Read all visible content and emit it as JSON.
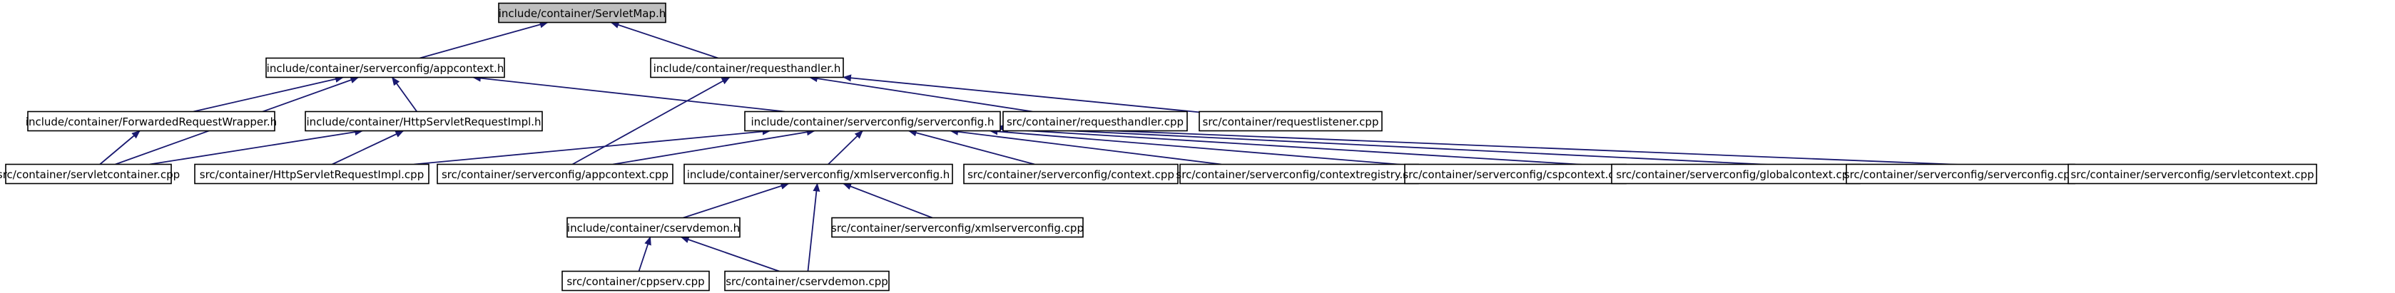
{
  "graph": {
    "edge_color": "#191970",
    "root_fill": "#bfbfbf",
    "nodes": [
      {
        "id": "n0",
        "label": "include/container/ServletMap.h",
        "root": true
      },
      {
        "id": "n1",
        "label": "include/container/serverconfig/appcontext.h"
      },
      {
        "id": "n2",
        "label": "include/container/requesthandler.h"
      },
      {
        "id": "n3",
        "label": "include/container/ForwardedRequestWrapper.h"
      },
      {
        "id": "n4",
        "label": "include/container/HttpServletRequestImpl.h"
      },
      {
        "id": "n5",
        "label": "include/container/serverconfig/serverconfig.h"
      },
      {
        "id": "n6",
        "label": "src/container/requesthandler.cpp"
      },
      {
        "id": "n7",
        "label": "src/container/requestlistener.cpp"
      },
      {
        "id": "n8",
        "label": "src/container/servletcontainer.cpp"
      },
      {
        "id": "n9",
        "label": "src/container/HttpServletRequestImpl.cpp"
      },
      {
        "id": "n10",
        "label": "src/container/serverconfig/appcontext.cpp"
      },
      {
        "id": "n11",
        "label": "include/container/serverconfig/xmlserverconfig.h"
      },
      {
        "id": "n12",
        "label": "src/container/serverconfig/context.cpp"
      },
      {
        "id": "n13",
        "label": "src/container/serverconfig/contextregistry.cpp"
      },
      {
        "id": "n14",
        "label": "src/container/serverconfig/cspcontext.cpp"
      },
      {
        "id": "n15",
        "label": "src/container/serverconfig/globalcontext.cpp"
      },
      {
        "id": "n16",
        "label": "src/container/serverconfig/serverconfig.cpp"
      },
      {
        "id": "n17",
        "label": "src/container/serverconfig/servletcontext.cpp"
      },
      {
        "id": "n18",
        "label": "include/container/cservdemon.h"
      },
      {
        "id": "n19",
        "label": "src/container/serverconfig/xmlserverconfig.cpp"
      },
      {
        "id": "n20",
        "label": "src/container/cppserv.cpp"
      },
      {
        "id": "n21",
        "label": "src/container/cservdemon.cpp"
      }
    ],
    "edges": [
      {
        "from": "n0",
        "to": "n1"
      },
      {
        "from": "n0",
        "to": "n2"
      },
      {
        "from": "n1",
        "to": "n3"
      },
      {
        "from": "n1",
        "to": "n4"
      },
      {
        "from": "n1",
        "to": "n5"
      },
      {
        "from": "n1",
        "to": "n8"
      },
      {
        "from": "n2",
        "to": "n6"
      },
      {
        "from": "n2",
        "to": "n7"
      },
      {
        "from": "n2",
        "to": "n10"
      },
      {
        "from": "n3",
        "to": "n8"
      },
      {
        "from": "n4",
        "to": "n8"
      },
      {
        "from": "n4",
        "to": "n9"
      },
      {
        "from": "n5",
        "to": "n9"
      },
      {
        "from": "n5",
        "to": "n10"
      },
      {
        "from": "n5",
        "to": "n11"
      },
      {
        "from": "n5",
        "to": "n12"
      },
      {
        "from": "n5",
        "to": "n13"
      },
      {
        "from": "n5",
        "to": "n14"
      },
      {
        "from": "n5",
        "to": "n15"
      },
      {
        "from": "n5",
        "to": "n16"
      },
      {
        "from": "n5",
        "to": "n17"
      },
      {
        "from": "n11",
        "to": "n18"
      },
      {
        "from": "n11",
        "to": "n19"
      },
      {
        "from": "n11",
        "to": "n21"
      },
      {
        "from": "n18",
        "to": "n20"
      },
      {
        "from": "n18",
        "to": "n21"
      }
    ]
  }
}
